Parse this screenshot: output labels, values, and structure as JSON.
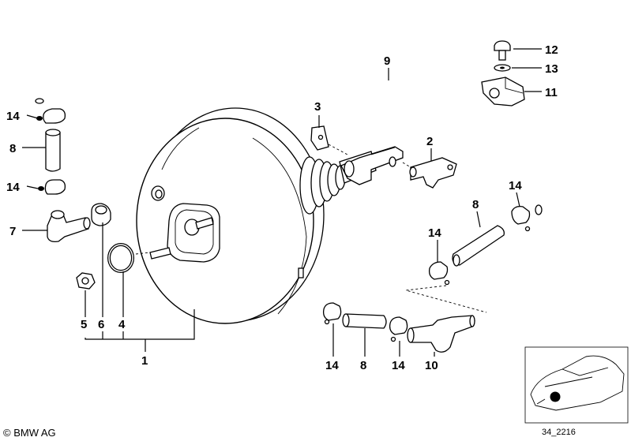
{
  "callouts": {
    "n1": "1",
    "n2": "2",
    "n3": "3",
    "n4": "4",
    "n5": "5",
    "n6": "6",
    "n7": "7",
    "n8a": "8",
    "n8b": "8",
    "n8c": "8",
    "n9": "9",
    "n10": "10",
    "n11": "11",
    "n12": "12",
    "n13": "13",
    "n14a": "14",
    "n14b": "14",
    "n14c": "14",
    "n14d": "14",
    "n14e": "14",
    "n14f": "14"
  },
  "copyright": "© BMW AG",
  "reference_code": "34_2216",
  "icons": {
    "thumbnail": "car-thumbnail-icon"
  }
}
